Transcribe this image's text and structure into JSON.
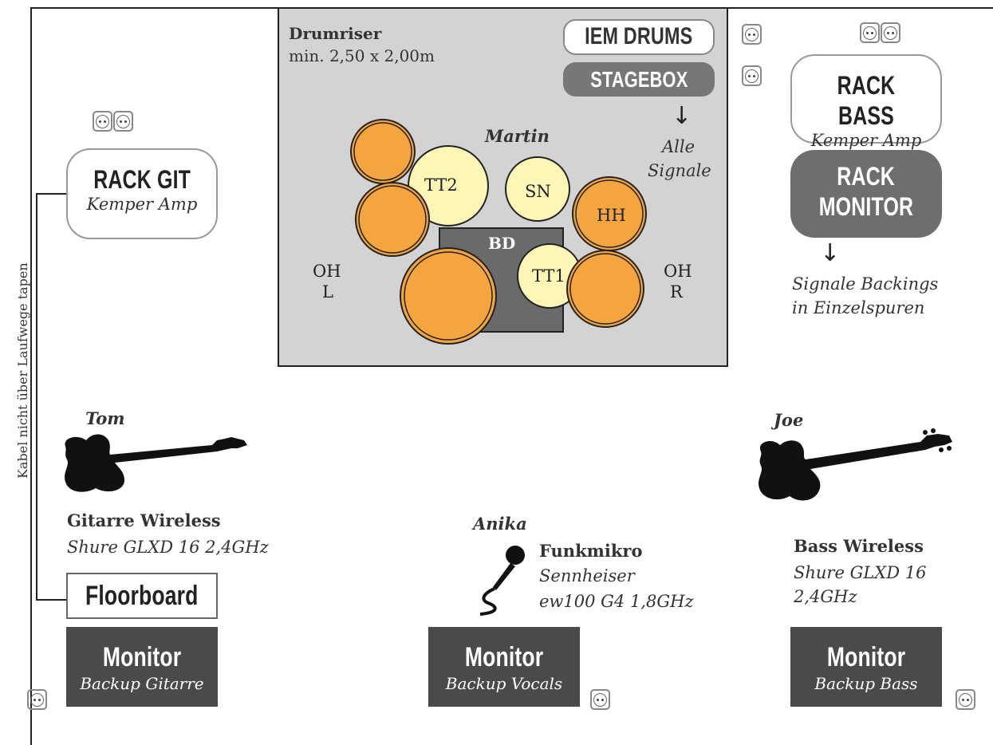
{
  "drumriser": {
    "title": "Drumriser",
    "size": "min. 2,50 x 2,00m",
    "drummer": "Martin",
    "iem": "IEM DRUMS",
    "stagebox": "STAGEBOX",
    "stagebox_note_1": "Alle",
    "stagebox_note_2": "Signale",
    "kit": {
      "tt2": "TT2",
      "sn": "SN",
      "hh": "HH",
      "bd": "BD",
      "tt1": "TT1",
      "oh_l_1": "OH",
      "oh_l_2": "L",
      "oh_r_1": "OH",
      "oh_r_2": "R"
    }
  },
  "rack_git": {
    "title": "RACK GIT",
    "sub": "Kemper Amp"
  },
  "rack_bass": {
    "title": "RACK BASS",
    "sub": "Kemper Amp"
  },
  "rack_monitor": {
    "line1": "RACK",
    "line2": "MONITOR",
    "note_1": "Signale Backings",
    "note_2": "in Einzelspuren"
  },
  "cable_note": "Kabel nicht über Laufwege tapen",
  "guitar": {
    "player": "Tom",
    "title": "Gitarre Wireless",
    "model": "Shure GLXD 16 2,4GHz"
  },
  "bass": {
    "player": "Joe",
    "title": "Bass Wireless",
    "model_1": "Shure GLXD 16",
    "model_2": "2,4GHz"
  },
  "vocal": {
    "player": "Anika",
    "title": "Funkmikro",
    "model_1": "Sennheiser",
    "model_2": "ew100 G4 1,8GHz"
  },
  "floorboard": "Floorboard",
  "monitors": [
    {
      "title": "Monitor",
      "sub": "Backup Gitarre"
    },
    {
      "title": "Monitor",
      "sub": "Backup Vocals"
    },
    {
      "title": "Monitor",
      "sub": "Backup Bass"
    }
  ],
  "colors": {
    "drum_orange": "#f4a53f",
    "drum_cream": "#fdf6b6",
    "riser": "#d3d3d3",
    "monitor": "#4a4a4a"
  }
}
